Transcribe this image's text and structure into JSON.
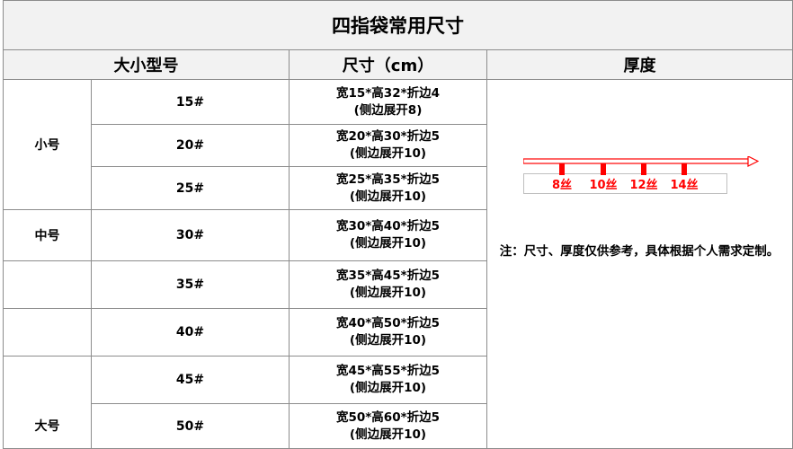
{
  "title": "四指袋常用尺寸",
  "headers": {
    "model": "大小型号",
    "size": "尺寸（cm）",
    "thickness": "厚度"
  },
  "categories": {
    "small": "小号",
    "medium": "中号",
    "large": "大号"
  },
  "rows": [
    {
      "model": "15#",
      "size_line1": "宽15*高32*折边4",
      "size_line2": "(侧边展开8)"
    },
    {
      "model": "20#",
      "size_line1": "宽20*高30*折边5",
      "size_line2": "(侧边展开10)"
    },
    {
      "model": "25#",
      "size_line1": "宽25*高35*折边5",
      "size_line2": "(侧边展开10)"
    },
    {
      "model": "30#",
      "size_line1": "宽30*高40*折边5",
      "size_line2": "(侧边展开10)"
    },
    {
      "model": "35#",
      "size_line1": "宽35*高45*折边5",
      "size_line2": "(侧边展开10)"
    },
    {
      "model": "40#",
      "size_line1": "宽40*高50*折边5",
      "size_line2": "(侧边展开10)"
    },
    {
      "model": "45#",
      "size_line1": "宽45*高55*折边5",
      "size_line2": "(侧边展开10)"
    },
    {
      "model": "50#",
      "size_line1": "宽50*高60*折边5",
      "size_line2": "(侧边展开10)"
    }
  ],
  "thickness_scale": {
    "labels": [
      "8丝",
      "10丝",
      "12丝",
      "14丝"
    ],
    "color": "#ff0000"
  },
  "note": "注：尺寸、厚度仅供参考，具体根据个人需求定制。"
}
